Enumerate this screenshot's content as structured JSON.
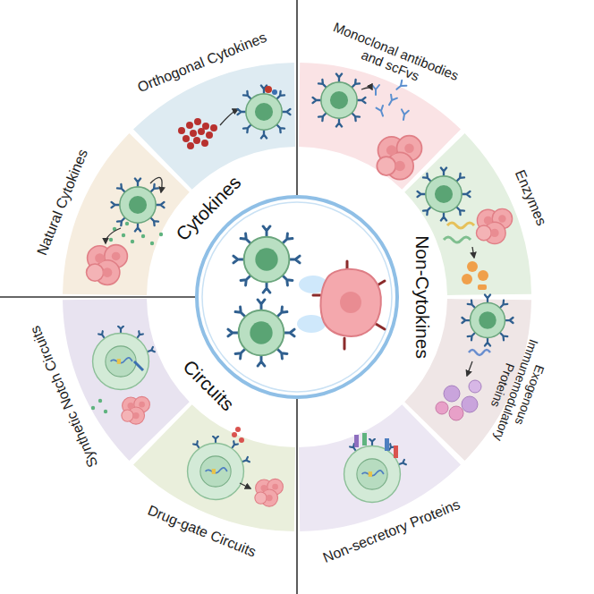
{
  "diagram": {
    "nodes": [
      {
        "text": [
          "Cytokines"
        ]
      },
      {
        "text": [
          "Natural Cytokines"
        ],
        "in": 0
      },
      {
        "text": [
          "Orthogonal Cytokines"
        ],
        "in": 0
      },
      {
        "text": [
          "Non-Cytokines"
        ]
      },
      {
        "text": [
          "Monoclonal antibodies and scFvs"
        ],
        "in": 3
      },
      {
        "text": [
          "Enzymes"
        ],
        "in": 3
      },
      {
        "text": [
          "Exogenous Immunemodulatory Proteins"
        ],
        "in": 3
      },
      {
        "text": [
          "Non-secretory Proteins"
        ],
        "in": 3
      },
      {
        "text": [
          "Circuits"
        ]
      },
      {
        "text": [
          "Synthetic Notch Circuits"
        ],
        "in": 8
      },
      {
        "text": [
          "Drug-gate Circuits"
        ],
        "in": 8
      }
    ]
  }
}
